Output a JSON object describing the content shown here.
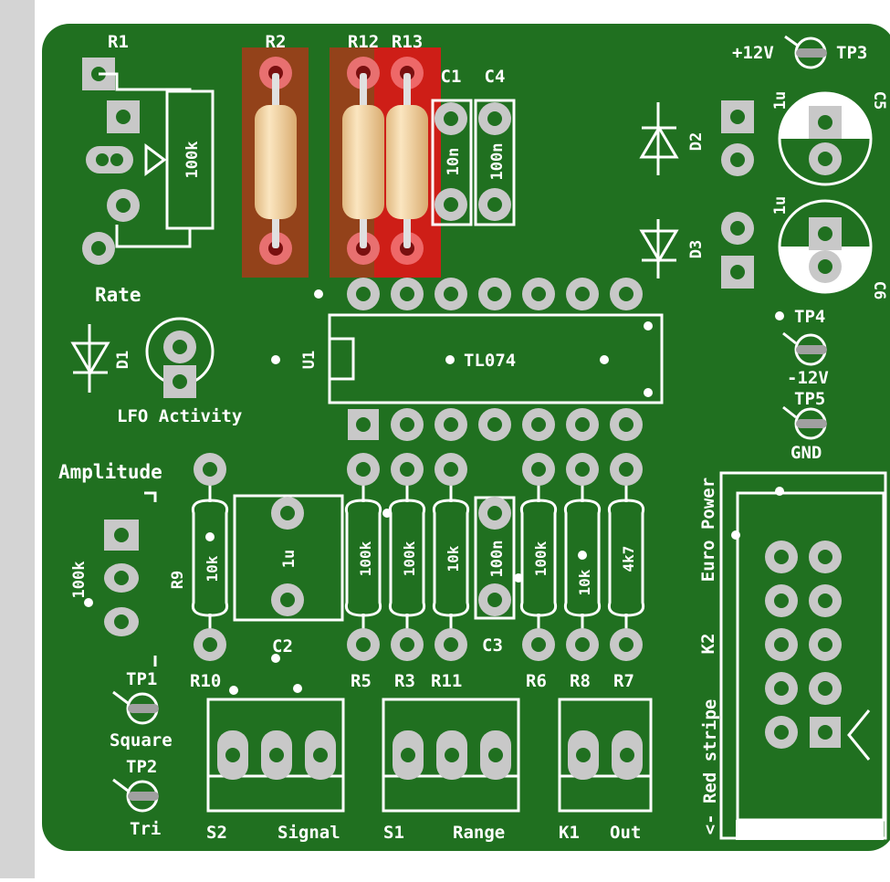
{
  "colors": {
    "board": "#207020",
    "frame": "#d4d4d4",
    "silk": "#ffffff",
    "pad": "#c8c8c8",
    "resistor_body": "#f6d9a8",
    "highlight": "#cc2020"
  },
  "labels": {
    "r1": "R1",
    "r2": "R2",
    "r12": "R12",
    "r13": "R13",
    "c1": "C1",
    "c4": "C4",
    "c1_val": "10n",
    "c4_val": "100n",
    "r1_val": "100k",
    "plus12v": "+12V",
    "tp3": "TP3",
    "c5_val": "1u",
    "c5": "C5",
    "c6_val": "1u",
    "c6": "C6",
    "d2": "D2",
    "d3": "D3",
    "rate": "Rate",
    "d1": "D1",
    "u1": "U1",
    "tl074": "TL074",
    "lfo_activity": "LFO Activity",
    "tp4": "TP4",
    "minus12v": "-12V",
    "tp5": "TP5",
    "gnd": "GND",
    "amplitude": "Amplitude",
    "pot_val": "100k",
    "r9": "R9",
    "r9_val": "10k",
    "c2_val": "1u",
    "c2": "C2",
    "r5_val": "100k",
    "r3_val": "100k",
    "r11_val": "10k",
    "c3_val": "100n",
    "c3": "C3",
    "r6_val": "100k",
    "r8_val": "10k",
    "r7_val": "4k7",
    "r10": "R10",
    "r5": "R5",
    "r3": "R3",
    "r11": "R11",
    "r6": "R6",
    "r8": "R8",
    "r7": "R7",
    "tp1": "TP1",
    "square": "Square",
    "tp2": "TP2",
    "tri": "Tri",
    "s2": "S2",
    "signal": "Signal",
    "s1": "S1",
    "range": "Range",
    "k1": "K1",
    "out": "Out",
    "euro_power": "Euro Power",
    "k2": "K2",
    "red_stripe": "<- Red stripe"
  }
}
